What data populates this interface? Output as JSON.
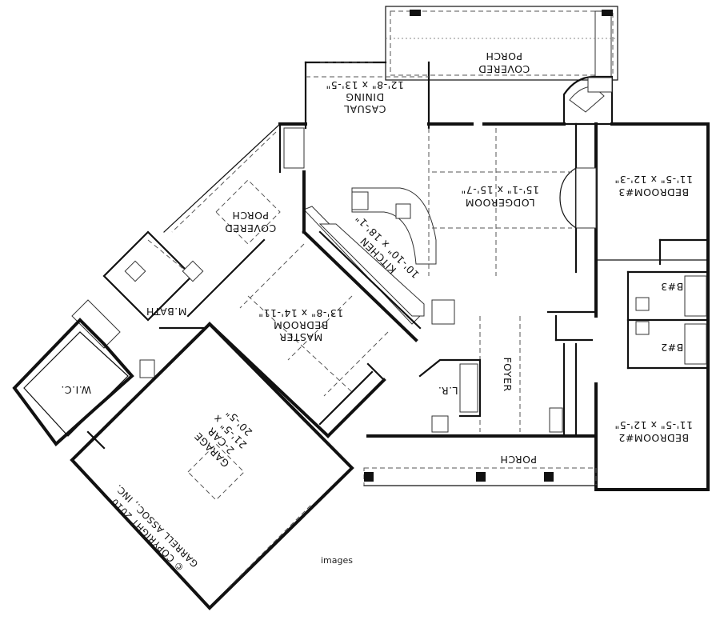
{
  "rooms": {
    "covered_porch_top": {
      "l1": "COVERED",
      "l2": "PORCH"
    },
    "casual_dining": {
      "l1": "CASUAL",
      "l2": "DINING",
      "l3": "12'-8\" x 13'-5\""
    },
    "lodgeroom": {
      "l1": "LODGEROOM",
      "l2": "15'-1\" x 15'-7\""
    },
    "kitchen": {
      "l1": "KITCHEN",
      "l2": "10'-10\" x 18'-1\""
    },
    "covered_porch_left": {
      "l1": "COVERED",
      "l2": "PORCH"
    },
    "mbath": {
      "l1": "M.BATH"
    },
    "master_bedroom": {
      "l1": "MASTER",
      "l2": "BEDROOM",
      "l3": "13'-8\" x 14'-11\""
    },
    "wic": {
      "l1": "W.I.C."
    },
    "garage": {
      "l1": "GARAGE",
      "l2": "2-CAR",
      "l3": "21'-5\" x",
      "l4": "20'-5\""
    },
    "copyright": {
      "l1": "© COPYRIGHT 2010",
      "l2": "GARRELL ASSOC., INC."
    },
    "foyer": {
      "l1": "FOYER"
    },
    "laundry": {
      "l1": "L.R."
    },
    "porch": {
      "l1": "PORCH"
    },
    "bedroom3": {
      "l1": "BEDROOM#3",
      "l2": "11'-5\" x 12'-3\""
    },
    "b3": {
      "l1": "B#3"
    },
    "b2": {
      "l1": "B#2"
    },
    "bedroom2": {
      "l1": "BEDROOM#2",
      "l2": "11'-5\" x 12'-5\""
    }
  },
  "watermark": "images"
}
